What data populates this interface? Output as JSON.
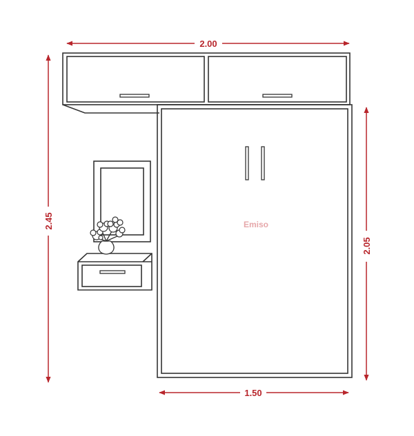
{
  "dimensions": {
    "overall_width": "2.00",
    "bed_width": "1.50",
    "overall_height": "2.45",
    "bed_height": "2.05"
  },
  "watermark": "Emiso",
  "colors": {
    "dimension": "#b8262c",
    "line": "#333333",
    "background": "#ffffff",
    "watermark": "#e6a7aa"
  }
}
